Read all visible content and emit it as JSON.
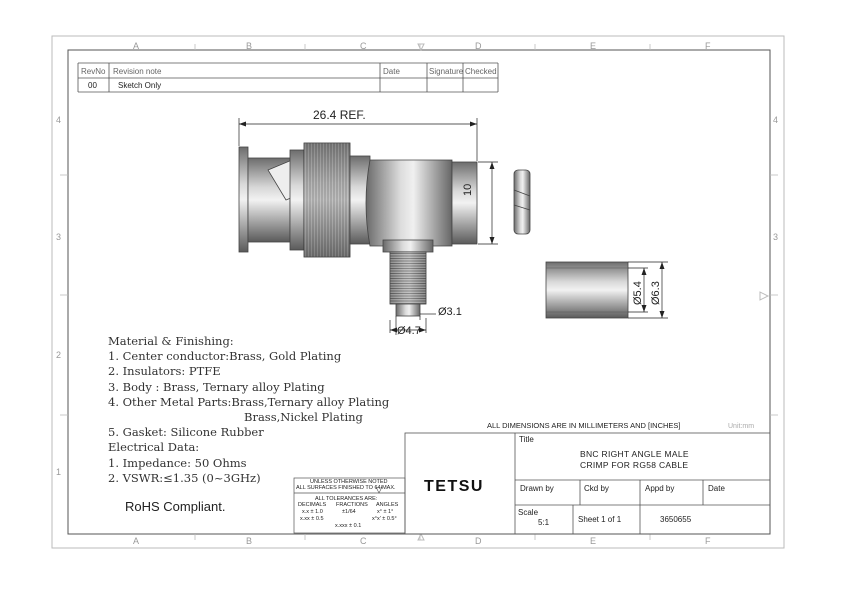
{
  "zones": {
    "columns": [
      "A",
      "B",
      "C",
      "D",
      "E",
      "F"
    ],
    "rows": [
      "4",
      "3",
      "2",
      "1"
    ]
  },
  "revision_table": {
    "headers": [
      "RevNo",
      "Revision note",
      "Date",
      "Signature",
      "Checked"
    ],
    "rows": [
      [
        "00",
        "Sketch Only",
        "",
        "",
        ""
      ]
    ]
  },
  "drawing": {
    "dim_length": "26.4 REF.",
    "dim_height": "10",
    "dim_pin": "Ø3.1",
    "dim_crimp": "Ø4.7",
    "dim_ferrule_inner": "Ø5.4",
    "dim_ferrule_outer": "Ø6.3"
  },
  "notes": {
    "material_heading": "Material & Finishing:",
    "items": [
      "1. Center conductor:Brass, Gold Plating",
      "2. Insulators: PTFE",
      "3. Body : Brass, Ternary alloy Plating",
      "4. Other Metal Parts:Brass,Ternary alloy Plating",
      "Brass,Nickel Plating",
      "5. Gasket: Silicone Rubber"
    ],
    "electrical_heading": "Electrical Data:",
    "electrical": [
      "1. Impedance: 50 Ohms",
      "2. VSWR:≤1.35 (0~3GHz)"
    ],
    "rohs": "RoHS Compliant."
  },
  "tolerance": {
    "line1": "UNLESS OTHERWISE NOTED",
    "line2": "ALL SURFACES FINISHED TO 64/MAX.",
    "line3": "ALL TOLERANCES ARE:",
    "h_decimals": "DECIMALS",
    "h_fractions": "FRACTIONS",
    "h_angles": "ANGLES",
    "d1": "x.x  ± 1.0",
    "d2": "x.xx  ± 0.5",
    "d3": "x.xxx  ± 0.1",
    "f1": "±1/64",
    "a1": "x°  ± 1°",
    "a2": "x°x'  ± 0.5°"
  },
  "title_block": {
    "units_note": "ALL DIMENSIONS ARE IN MILLIMETERS AND [INCHES]",
    "unit": "Unit:mm",
    "title_label": "Title",
    "title_line1": "BNC RIGHT ANGLE MALE",
    "title_line2": "CRIMP FOR RG58 CABLE",
    "company": "TETSU",
    "drawn_by": "Drawn by",
    "ckd_by": "Ckd by",
    "appd_by": "Appd by",
    "date": "Date",
    "scale_label": "Scale",
    "scale_value": "5:1",
    "sheet": "Sheet 1 of 1",
    "part_number": "3650655"
  }
}
